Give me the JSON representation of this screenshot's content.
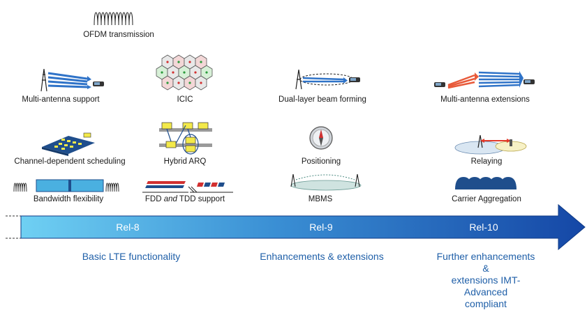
{
  "features": {
    "ofdm": "OFDM transmission",
    "multi_antenna": "Multi-antenna support",
    "icic": "ICIC",
    "dual_layer": "Dual-layer beam forming",
    "multi_antenna_ext": "Multi-antenna extensions",
    "channel_sched": "Channel-dependent scheduling",
    "harq": "Hybrid ARQ",
    "positioning": "Positioning",
    "relaying": "Relaying",
    "bandwidth": "Bandwidth flexibility",
    "fdd_tdd_pre": "FDD ",
    "fdd_tdd_and": "and",
    "fdd_tdd_post": " TDD support",
    "mbms": "MBMS",
    "carrier_agg": "Carrier Aggregation"
  },
  "timeline": {
    "rel8": "Rel-8",
    "rel9": "Rel-9",
    "rel10": "Rel-10"
  },
  "descriptions": {
    "rel8": "Basic LTE functionality",
    "rel9": "Enhancements & extensions",
    "rel10_line1": "Further enhancements &",
    "rel10_line2": "extensions IMT-Advanced",
    "rel10_line3": "compliant"
  }
}
